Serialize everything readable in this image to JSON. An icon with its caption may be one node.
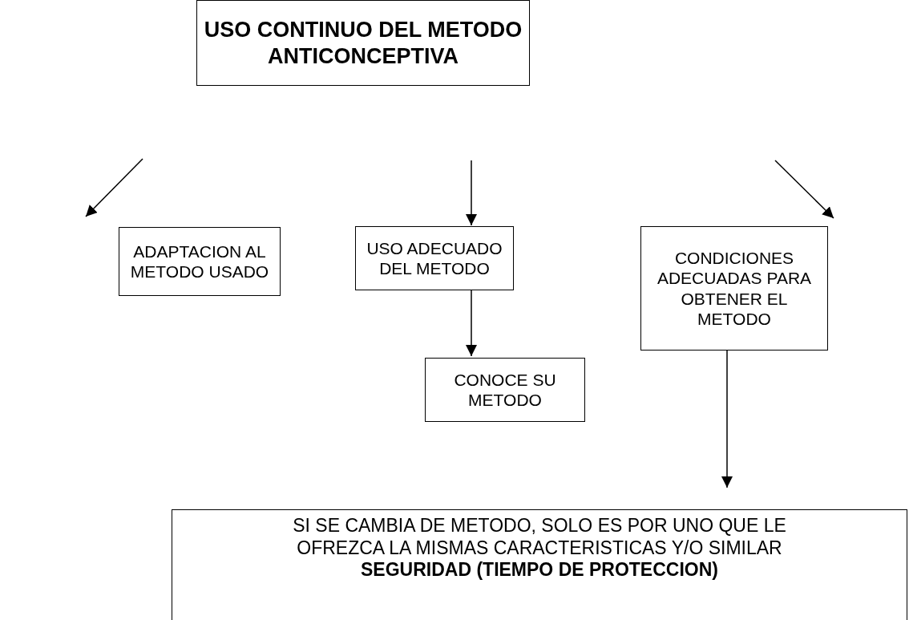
{
  "diagram": {
    "nodes": [
      {
        "text": [
          "USO CONTINUO DEL METODO ANTICONCEPTIVA"
        ]
      },
      {
        "text": [
          "ADAPTACION AL METODO USADO"
        ]
      },
      {
        "text": [
          "USO ADECUADO DEL METODO"
        ]
      },
      {
        "text": [
          "CONDICIONES ADECUADAS PARA OBTENER EL METODO"
        ]
      },
      {
        "text": [
          "CONOCE SU METODO"
        ]
      },
      {
        "text": [
          "SI SE CAMBIA DE METODO, SOLO ES POR UNO QUE LE OFREZCA LA MISMAS CARACTERISTICAS Y/O SIMILAR **SEGURIDAD (TIEMPO DE PROTECCION)**"
        ]
      }
    ],
    "edges": [
      {
        "from": null,
        "to": 1,
        "arrow": "to"
      },
      {
        "from": null,
        "to": 2,
        "arrow": "to"
      },
      {
        "from": null,
        "to": 3,
        "arrow": "to"
      },
      {
        "from": 2,
        "to": 4,
        "arrow": "to"
      },
      {
        "from": 3,
        "to": 5,
        "arrow": "to"
      }
    ]
  }
}
